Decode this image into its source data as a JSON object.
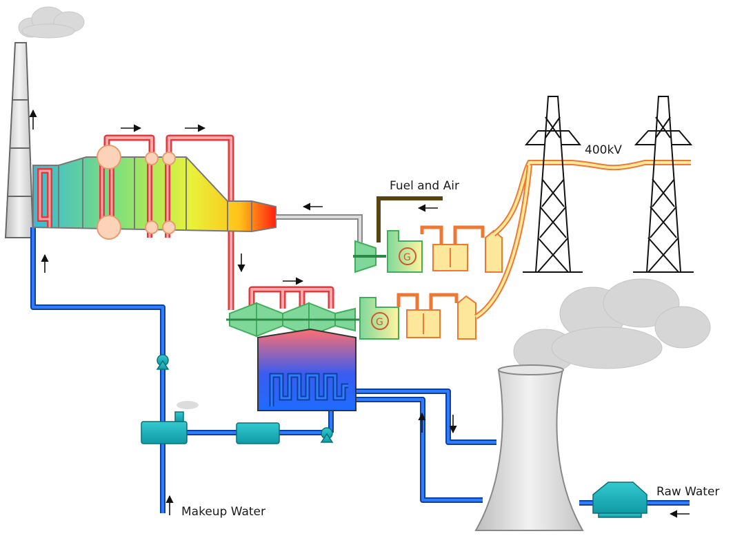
{
  "labels": {
    "fuel_and_air": "Fuel and Air",
    "voltage": "400kV",
    "raw_water": "Raw Water",
    "makeup_water": "Makeup Water"
  },
  "colors": {
    "water_pipe": "#1f5fd6",
    "hot_pipe": "#e0393e",
    "hot_pipe_fill": "#f7a8a8",
    "turbine_green": "#3fae5a",
    "turbine_fill": "#7fd89a",
    "transformer": "#ee7733",
    "transformer_fill": "#fde79a",
    "pylon": "#111111",
    "tower": "#d8d8d8",
    "fuel_pipe": "#5a4413",
    "exhaust_pipe": "#bdbdbd"
  }
}
